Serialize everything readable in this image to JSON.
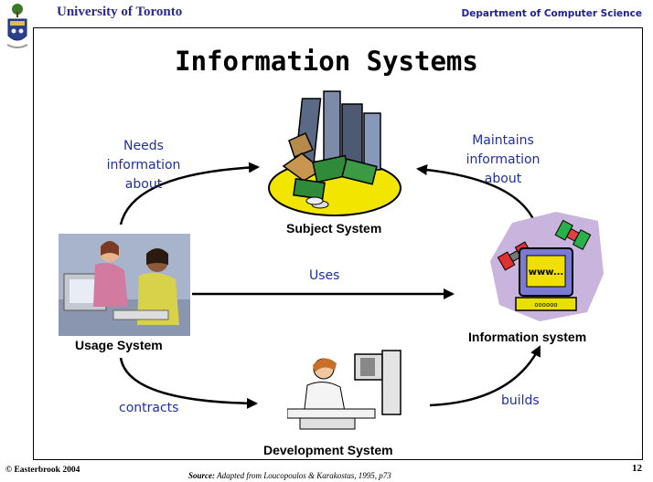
{
  "header": {
    "university": "University of Toronto",
    "department": "Department of Computer Science"
  },
  "slide": {
    "title": "Information Systems"
  },
  "nodes": {
    "subject": "Subject System",
    "usage": "Usage System",
    "information": "Information system",
    "development": "Development System"
  },
  "edges": {
    "needs_line1": "Needs",
    "needs_line2": "information",
    "needs_line3": "about",
    "maintains_line1": "Maintains",
    "maintains_line2": "information",
    "maintains_line3": "about",
    "uses": "Uses",
    "contracts": "contracts",
    "builds": "builds"
  },
  "clipart": {
    "monitor_text": "www...",
    "keypad_text": "oooooo"
  },
  "footer": {
    "copyright": "© Easterbrook 2004",
    "source_label": "Source:",
    "source_text": "Adapted from Loucopoulos & Karakostas, 1995, p73",
    "page_number": "12"
  },
  "colors": {
    "label_blue": "#1f2fa8",
    "header_blue": "#2a2a8a"
  }
}
